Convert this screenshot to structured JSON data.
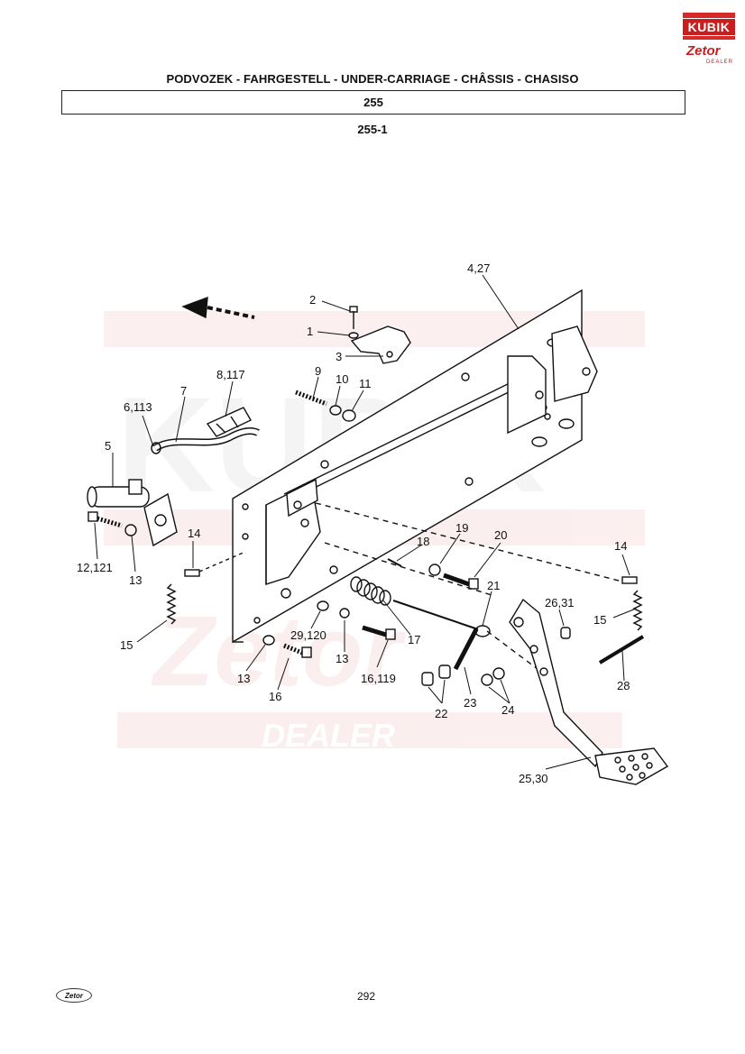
{
  "header": {
    "title": "PODVOZEK - FAHRGESTELL - UNDER-CARRIAGE - CHÂSSIS - CHASISO",
    "group": "255",
    "subgroup": "255-1"
  },
  "logo": {
    "brand": "KUBIK",
    "sub": "Zetor",
    "tag": "DEALER"
  },
  "watermark": {
    "brand": "KUBIK",
    "sub": "Zetor",
    "tag": "DEALER"
  },
  "footer": {
    "page": "292",
    "logo": "Zetor"
  },
  "callouts": {
    "c1": "1",
    "c2": "2",
    "c3": "3",
    "c4_27": "4,27",
    "c5": "5",
    "c6_113": "6,113",
    "c7": "7",
    "c8_117": "8,117",
    "c9": "9",
    "c10": "10",
    "c11": "11",
    "c12_121": "12,121",
    "c13a": "13",
    "c14a": "14",
    "c15a": "15",
    "c13b": "13",
    "c16": "16",
    "c29_120": "29,120",
    "c13c": "13",
    "c16_119": "16,119",
    "c17": "17",
    "c18": "18",
    "c19": "19",
    "c20": "20",
    "c21": "21",
    "c22": "22",
    "c23": "23",
    "c24": "24",
    "c26_31": "26,31",
    "c14b": "14",
    "c15b": "15",
    "c28": "28",
    "c25_30": "25,30"
  }
}
